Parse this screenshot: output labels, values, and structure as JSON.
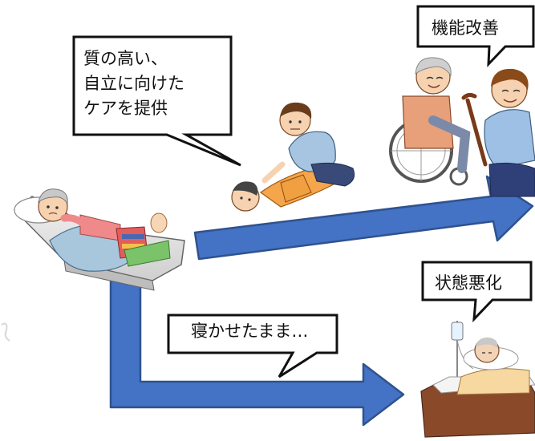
{
  "bubbles": {
    "care_line1": "質の高い、",
    "care_line2": "自立に向けた",
    "care_line3": "ケアを提供",
    "improve": "機能改善",
    "worse": "状態悪化",
    "bedridden": "寝かせたまま…"
  },
  "figures": [
    {
      "name": "bedridden-elderly-woman",
      "scene": "elderly woman lying in bed"
    },
    {
      "name": "caregiver-helping-patient",
      "scene": "caregiver assisting a person on the floor"
    },
    {
      "name": "wheelchair-elderly-woman",
      "scene": "smiling elderly woman in wheelchair"
    },
    {
      "name": "caregiver-with-cane",
      "scene": "caregiver kneeling holding a cane"
    },
    {
      "name": "iv-drip-patient",
      "scene": "patient in bed with IV drip"
    }
  ],
  "colors": {
    "arrow": "#4472c4",
    "arrow_border": "#2f528f",
    "bubble_border": "#111111"
  }
}
